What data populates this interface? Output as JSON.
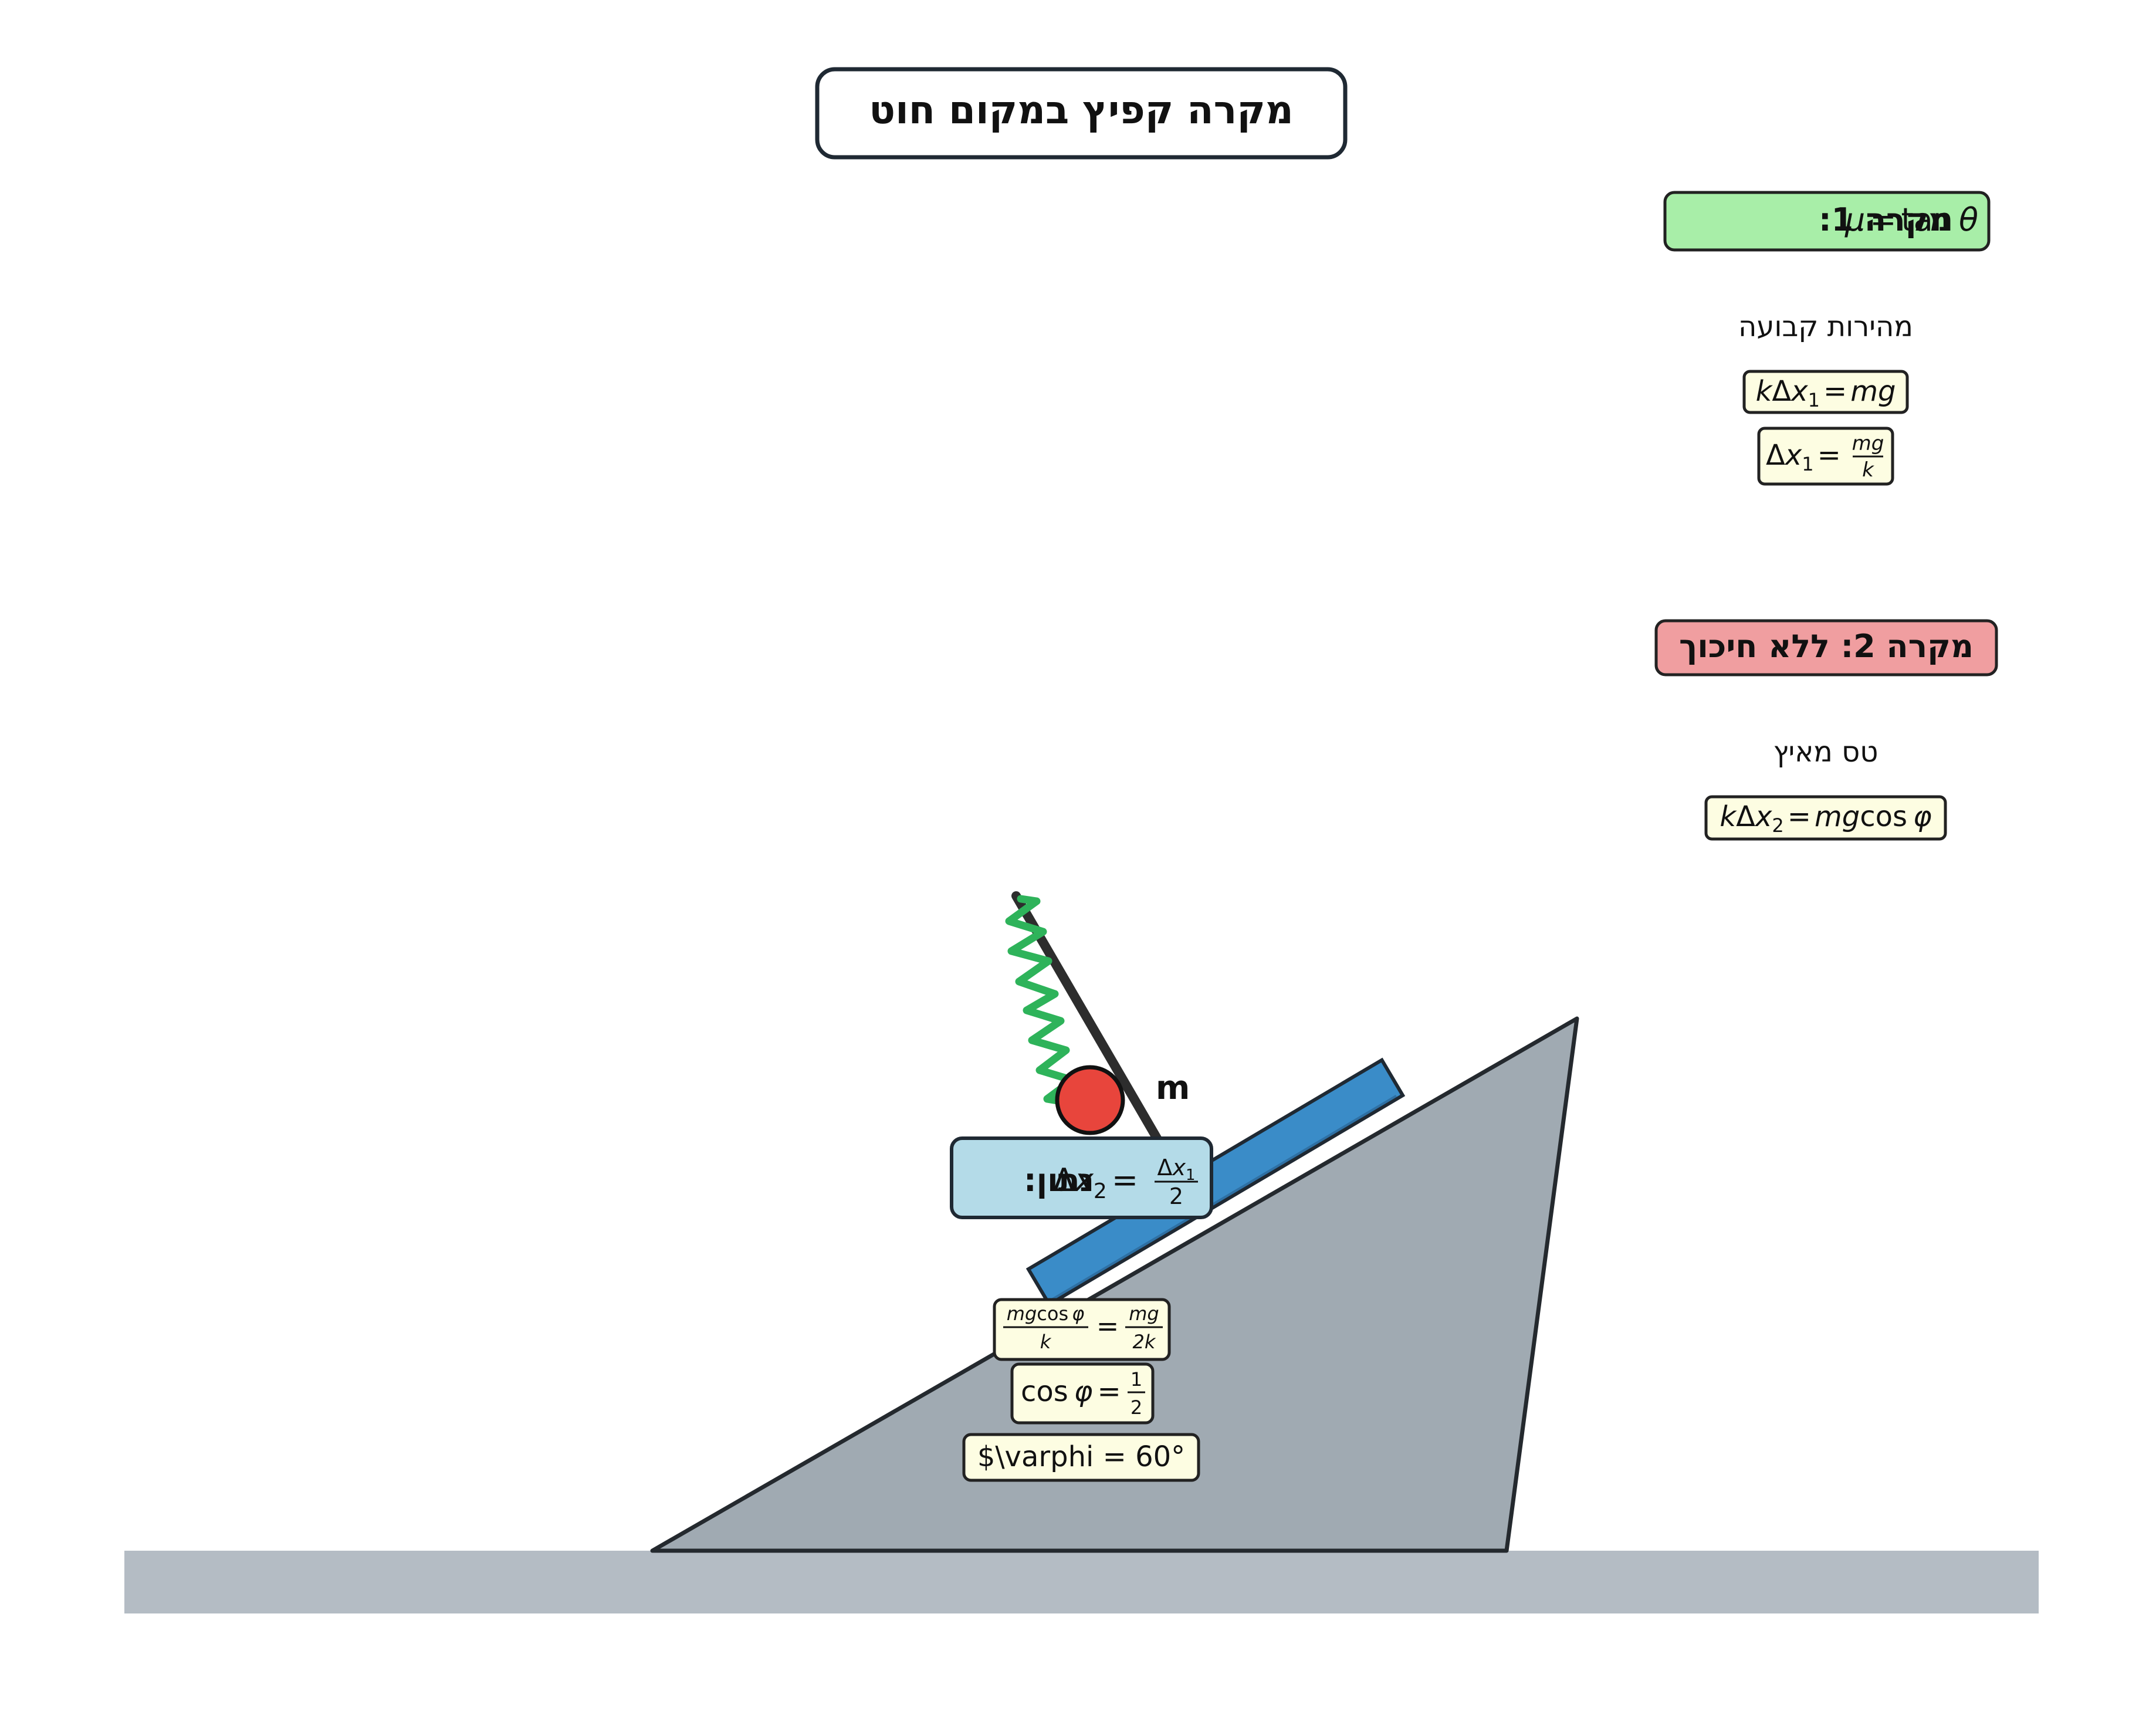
{
  "title": "מקרה קפיץ במקום חוט",
  "mass_label": "m",
  "case1": {
    "heading_text": "מקרה 1:",
    "heading_formula": {
      "mu": "μ",
      "eq": "=",
      "tan": "tan",
      "theta": "θ"
    },
    "note": "מהירות קבועה",
    "eq1": {
      "k": "k",
      "delta": "Δ",
      "x": "x",
      "sub": "1",
      "eq": "=",
      "rhs": "mg"
    },
    "eq2": {
      "delta": "Δ",
      "x": "x",
      "sub": "1",
      "eq": "=",
      "num": "mg",
      "den": "k"
    }
  },
  "case2": {
    "heading": "מקרה 2: ללא חיכוך",
    "note": "טס מאיץ",
    "eq1": {
      "k": "k",
      "delta": "Δ",
      "x": "x",
      "sub": "2",
      "eq": "=",
      "mg": "mg",
      "cos": "cos",
      "phi": "φ"
    }
  },
  "given": {
    "label": "נתון:",
    "delta": "Δ",
    "x": "x",
    "sub": "2",
    "eq": "=",
    "num_delta": "Δ",
    "num_x": "x",
    "num_sub": "1",
    "den": "2"
  },
  "deriv1": {
    "num_mg": "mg",
    "num_cos": "cos",
    "num_phi": "φ",
    "den_k": "k",
    "eq": "=",
    "rhs_num": "mg",
    "rhs_den": "2k"
  },
  "deriv2": {
    "cos": "cos",
    "phi": "φ",
    "eq": "=",
    "num": "1",
    "den": "2"
  },
  "deriv3": "$\\varphi = 60°",
  "colors": {
    "title_border": "#1f2933",
    "case1_bg": "#a8eea8",
    "case2_bg": "#f09ea0",
    "formula_bg": "#fdfde2",
    "given_bg": "#b4dbe8",
    "incline_fill": "#a0aab2",
    "ground_fill": "#b4bcc4",
    "board_fill": "#3a8cc8",
    "spring": "#2eb35a",
    "ball": "#e8453c"
  }
}
